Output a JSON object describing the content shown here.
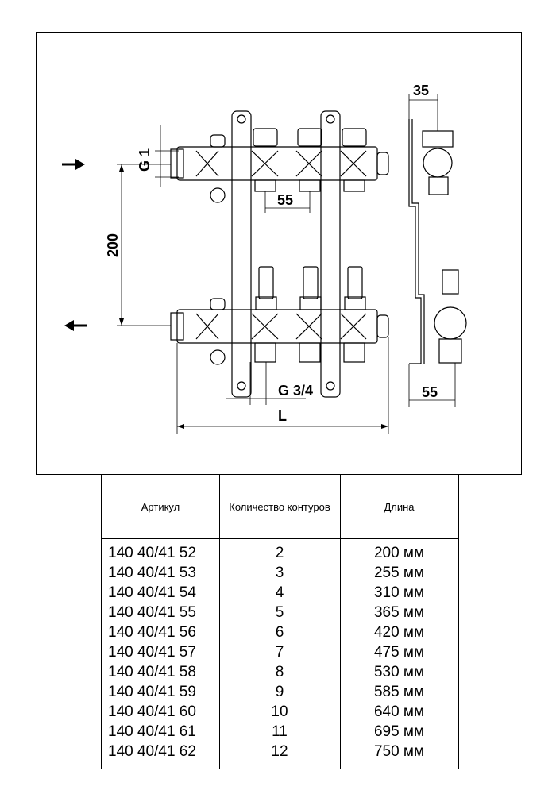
{
  "drawing": {
    "dimensions": {
      "inlet": "G 1",
      "spacing_vertical": "200",
      "spacing_outlets": "55",
      "outlet_thread": "G 3/4",
      "length": "L",
      "side_top": "35",
      "side_bottom": "55"
    }
  },
  "table": {
    "headers": [
      "Артикул",
      "Количество контуров",
      "Длина"
    ],
    "rows": [
      {
        "article": "140 40/41 52",
        "count": "2",
        "length": "200 мм"
      },
      {
        "article": "140 40/41 53",
        "count": "3",
        "length": "255 мм"
      },
      {
        "article": "140 40/41 54",
        "count": "4",
        "length": "310 мм"
      },
      {
        "article": "140 40/41 55",
        "count": "5",
        "length": "365 мм"
      },
      {
        "article": "140 40/41 56",
        "count": "6",
        "length": "420 мм"
      },
      {
        "article": "140 40/41 57",
        "count": "7",
        "length": "475 мм"
      },
      {
        "article": "140 40/41 58",
        "count": "8",
        "length": "530 мм"
      },
      {
        "article": "140 40/41 59",
        "count": "9",
        "length": "585 мм"
      },
      {
        "article": "140 40/41 60",
        "count": "10",
        "length": "640 мм"
      },
      {
        "article": "140 40/41 61",
        "count": "11",
        "length": "695 мм"
      },
      {
        "article": "140 40/41 62",
        "count": "12",
        "length": "750 мм"
      }
    ]
  }
}
